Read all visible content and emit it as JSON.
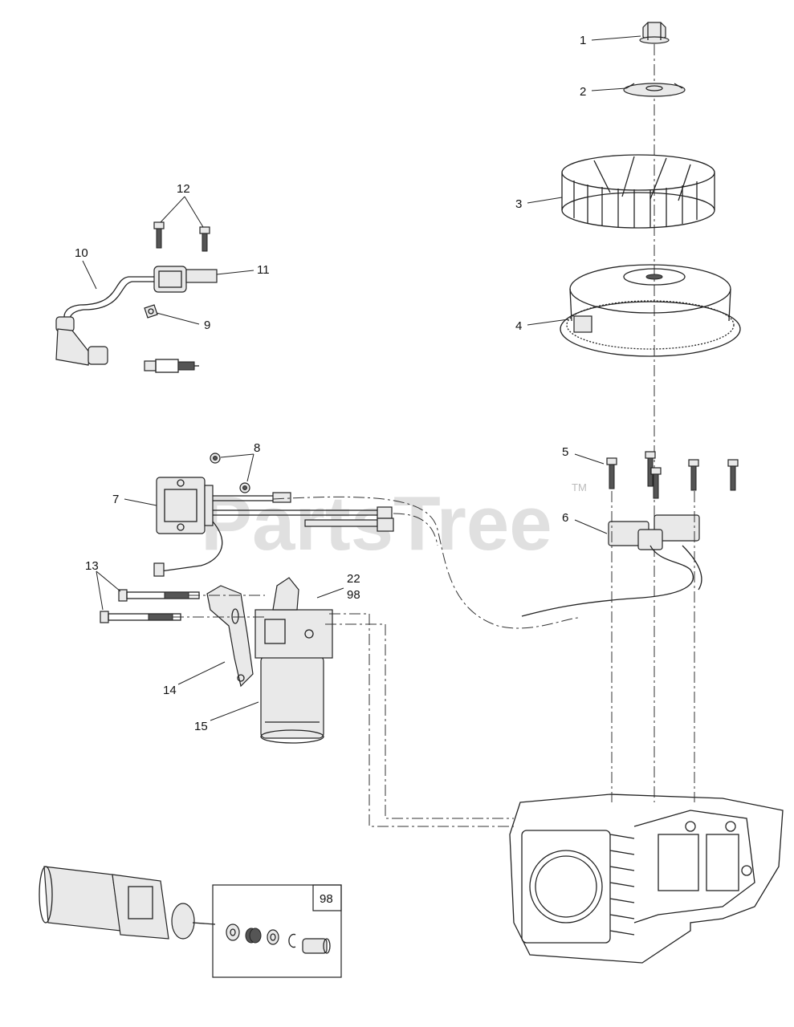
{
  "watermark": {
    "text": "PartsTree",
    "trademark": "TM"
  },
  "callouts": [
    {
      "id": "c1",
      "label": "1"
    },
    {
      "id": "c2",
      "label": "2"
    },
    {
      "id": "c3",
      "label": "3"
    },
    {
      "id": "c4",
      "label": "4"
    },
    {
      "id": "c5",
      "label": "5"
    },
    {
      "id": "c6",
      "label": "6"
    },
    {
      "id": "c7",
      "label": "7"
    },
    {
      "id": "c8",
      "label": "8"
    },
    {
      "id": "c9",
      "label": "9"
    },
    {
      "id": "c10",
      "label": "10"
    },
    {
      "id": "c11",
      "label": "11"
    },
    {
      "id": "c12",
      "label": "12"
    },
    {
      "id": "c13",
      "label": "13"
    },
    {
      "id": "c14",
      "label": "14"
    },
    {
      "id": "c15",
      "label": "15"
    },
    {
      "id": "c22",
      "label": "22"
    },
    {
      "id": "c98",
      "label": "98"
    }
  ],
  "inset": {
    "label": "98"
  }
}
